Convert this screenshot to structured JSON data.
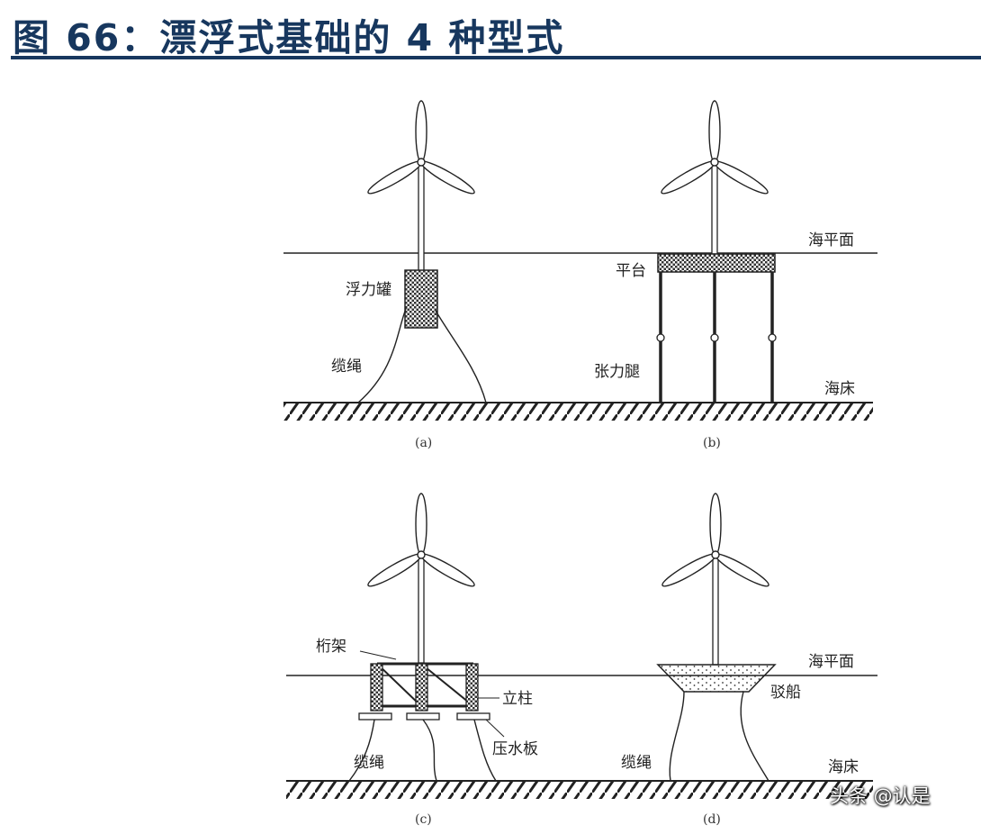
{
  "title": "图 66：漂浮式基础的 4 种型式",
  "labels": {
    "sea_level": "海平面",
    "seabed": "海床",
    "buoy_tank": "浮力罐",
    "cable": "缆绳",
    "platform": "平台",
    "tension_leg": "张力腿",
    "truss": "桁架",
    "column": "立柱",
    "heave_plate": "压水板",
    "barge": "驳船"
  },
  "captions": {
    "a": "(a)",
    "b": "(b)",
    "c": "(c)",
    "d": "(d)"
  },
  "watermark": "头条 @认是",
  "colors": {
    "title": "#17375e",
    "line": "#222222"
  }
}
